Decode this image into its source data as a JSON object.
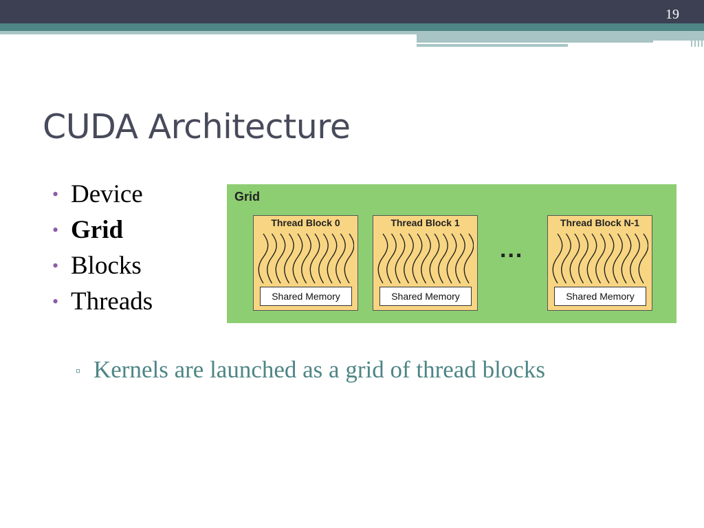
{
  "slide": {
    "number": "19",
    "title": "CUDA Architecture"
  },
  "bullets": [
    {
      "text": "Device",
      "bold": false
    },
    {
      "text": "Grid",
      "bold": true
    },
    {
      "text": "Blocks",
      "bold": false
    },
    {
      "text": "Threads",
      "bold": false
    }
  ],
  "sub_bullet": "Kernels are launched as a grid of thread blocks",
  "diagram": {
    "grid_label": "Grid",
    "blocks": [
      {
        "title": "Thread Block 0",
        "memory_label": "Shared Memory"
      },
      {
        "title": "Thread Block 1",
        "memory_label": "Shared Memory"
      },
      {
        "title": "Thread Block N-1",
        "memory_label": "Shared Memory"
      }
    ],
    "ellipsis": "...",
    "colors": {
      "grid_background": "#8ece73",
      "block_background": "#f8d582",
      "thread_stroke": "#222222"
    },
    "thread_icon": "wavy-thread-lines"
  },
  "theme": {
    "header_dark": "#3c4052",
    "header_teal": "#4e8585",
    "bullet_color": "#8e5ca7",
    "sub_bullet_color": "#4e8585"
  }
}
